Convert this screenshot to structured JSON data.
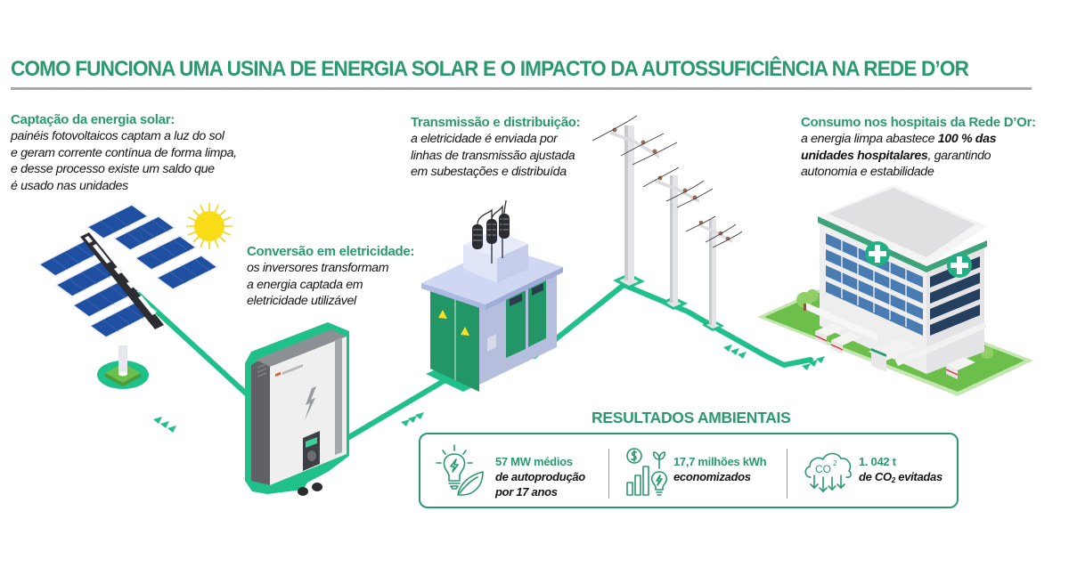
{
  "title": "COMO FUNCIONA UMA USINA DE ENERGIA SOLAR E O IMPACTO DA AUTOSSUFICIÊNCIA NA REDE D’OR",
  "colors": {
    "brand_green": "#2a9a6e",
    "line_green": "#20c08a",
    "rule_gray": "#a8a8a8",
    "panel_blue": "#1f4fa0",
    "sun_yellow": "#f7d21e"
  },
  "steps": {
    "solar": {
      "heading": "Captação da energia solar:",
      "lines": [
        "painéis fotovoltaicos captam a luz do sol",
        "e geram corrente contínua de forma limpa,",
        "e desse processo existe um saldo que",
        "é usado nas unidades"
      ],
      "icon": "solar-panel-tracker"
    },
    "conversion": {
      "heading": "Conversão em eletricidade:",
      "lines": [
        "os inversores transformam",
        "a energia captada em",
        "eletricidade utilizável"
      ],
      "icon": "inverter"
    },
    "transmission": {
      "heading": "Transmissão e distribuição:",
      "lines": [
        "a eletricidade é enviada por",
        "linhas de transmissão ajustada",
        "em subestações e distribuída"
      ],
      "icon": "substation-and-power-poles"
    },
    "consumption": {
      "heading": "Consumo nos hospitais da Rede D’Or:",
      "line1_regular": "a energia limpa abastece ",
      "line1_bold": "100 % das",
      "line2_bold": "unidades hospitalares",
      "line2_regular": ", garantindo",
      "line3": "autonomia e estabilidade",
      "icon": "hospital-building"
    }
  },
  "results": {
    "title": "RESULTADOS AMBIENTAIS",
    "items": [
      {
        "value": "57 MW médios",
        "desc_lines": [
          "de autoprodução",
          "por 17 anos"
        ],
        "icon": "lightbulb-leaf-icon"
      },
      {
        "value": "17,7 milhões kWh",
        "desc_lines": [
          "economizados"
        ],
        "icon": "savings-chart-bulb-icon"
      },
      {
        "value": "1. 042 t",
        "desc_prefix": "de CO",
        "desc_sub": "2",
        "desc_suffix": " evitadas",
        "icon": "co2-cloud-icon"
      }
    ]
  }
}
